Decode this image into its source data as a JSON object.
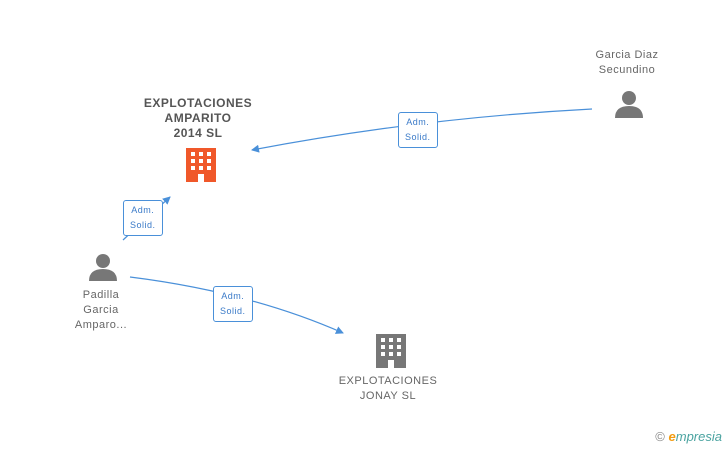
{
  "nodes": {
    "company_main": {
      "label": "EXPLOTACIONES\nAMPARITO\n2014  SL",
      "color": "#f0582a"
    },
    "person_garcia": {
      "label": "Garcia Diaz\nSecundino",
      "color": "#777777"
    },
    "person_padilla": {
      "label": "Padilla\nGarcia\nAmparo...",
      "color": "#777777"
    },
    "company_jonay": {
      "label": "EXPLOTACIONES\nJONAY  SL",
      "color": "#777777"
    }
  },
  "edges": [
    {
      "from": "person_garcia",
      "to": "company_main",
      "label": "Adm.\nSolid."
    },
    {
      "from": "person_padilla",
      "to": "company_main",
      "label": "Adm.\nSolid."
    },
    {
      "from": "person_padilla",
      "to": "company_jonay",
      "label": "Adm.\nSolid."
    }
  ],
  "colors": {
    "edge": "#4a90d9"
  },
  "footer": {
    "copyright": "©",
    "brand_first": "e",
    "brand_rest": "mpresia"
  }
}
